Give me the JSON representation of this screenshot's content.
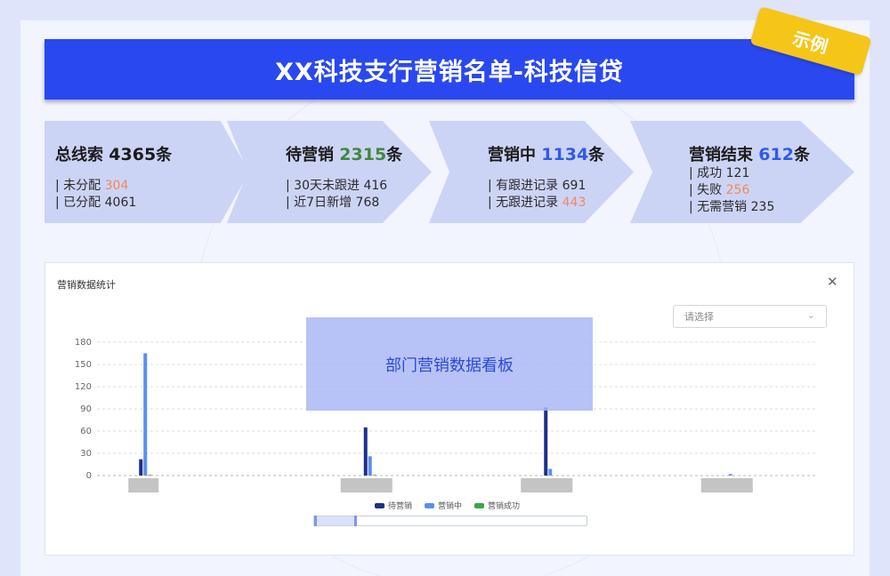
{
  "banner": {
    "title": "XX科技支行营销名单-科技信贷"
  },
  "sample_tag": "示例",
  "stages": [
    {
      "label": "总线索",
      "count": "4365",
      "unit": "条",
      "color": "#1b1b1b",
      "lines": [
        {
          "label": "| 未分配",
          "value": "304",
          "highlight": true
        },
        {
          "label": "| 已分配",
          "value": "4061",
          "highlight": false
        }
      ]
    },
    {
      "label": "待营销",
      "count": "2315",
      "unit": "条",
      "color": "#3e8a3a",
      "lines": [
        {
          "label": "| 30天未跟进",
          "value": "416",
          "highlight": false
        },
        {
          "label": "| 近7日新增",
          "value": "768",
          "highlight": false
        }
      ]
    },
    {
      "label": "营销中",
      "count": "1134",
      "unit": "条",
      "color": "#2f5be8",
      "lines": [
        {
          "label": "| 有跟进记录",
          "value": "691",
          "highlight": false
        },
        {
          "label": "| 无跟进记录",
          "value": "443",
          "highlight": true
        }
      ]
    },
    {
      "label": "营销结束",
      "count": "612",
      "unit": "条",
      "color": "#2f5be8",
      "lines": [
        {
          "label": "| 成功",
          "value": "121",
          "highlight": false
        },
        {
          "label": "| 失败",
          "value": "256",
          "highlight": true
        },
        {
          "label": "| 无需营销",
          "value": "235",
          "highlight": false
        }
      ]
    }
  ],
  "panel": {
    "title": "营销数据统计",
    "close_icon": "close-icon",
    "select_placeholder": "请选择",
    "overlay_text": "部门营销数据看板"
  },
  "colors": {
    "highlight": "#ef8a5a",
    "banner": "#2a48f0",
    "tag": "#f5c518"
  },
  "chart_data": {
    "type": "bar",
    "categories": [
      "",
      "",
      "",
      ""
    ],
    "series": [
      {
        "name": "待营销",
        "color": "#1d2f8a",
        "values": [
          22,
          65,
          92,
          0
        ]
      },
      {
        "name": "营销中",
        "color": "#5b8ef0",
        "values": [
          165,
          26,
          9,
          2
        ]
      },
      {
        "name": "营销成功",
        "color": "#3aa64a",
        "values": [
          1,
          1,
          0,
          0
        ]
      }
    ],
    "yticks": [
      0,
      30,
      60,
      90,
      120,
      150,
      180
    ],
    "ylim": [
      0,
      180
    ],
    "grid": true,
    "legend": "bottom"
  }
}
